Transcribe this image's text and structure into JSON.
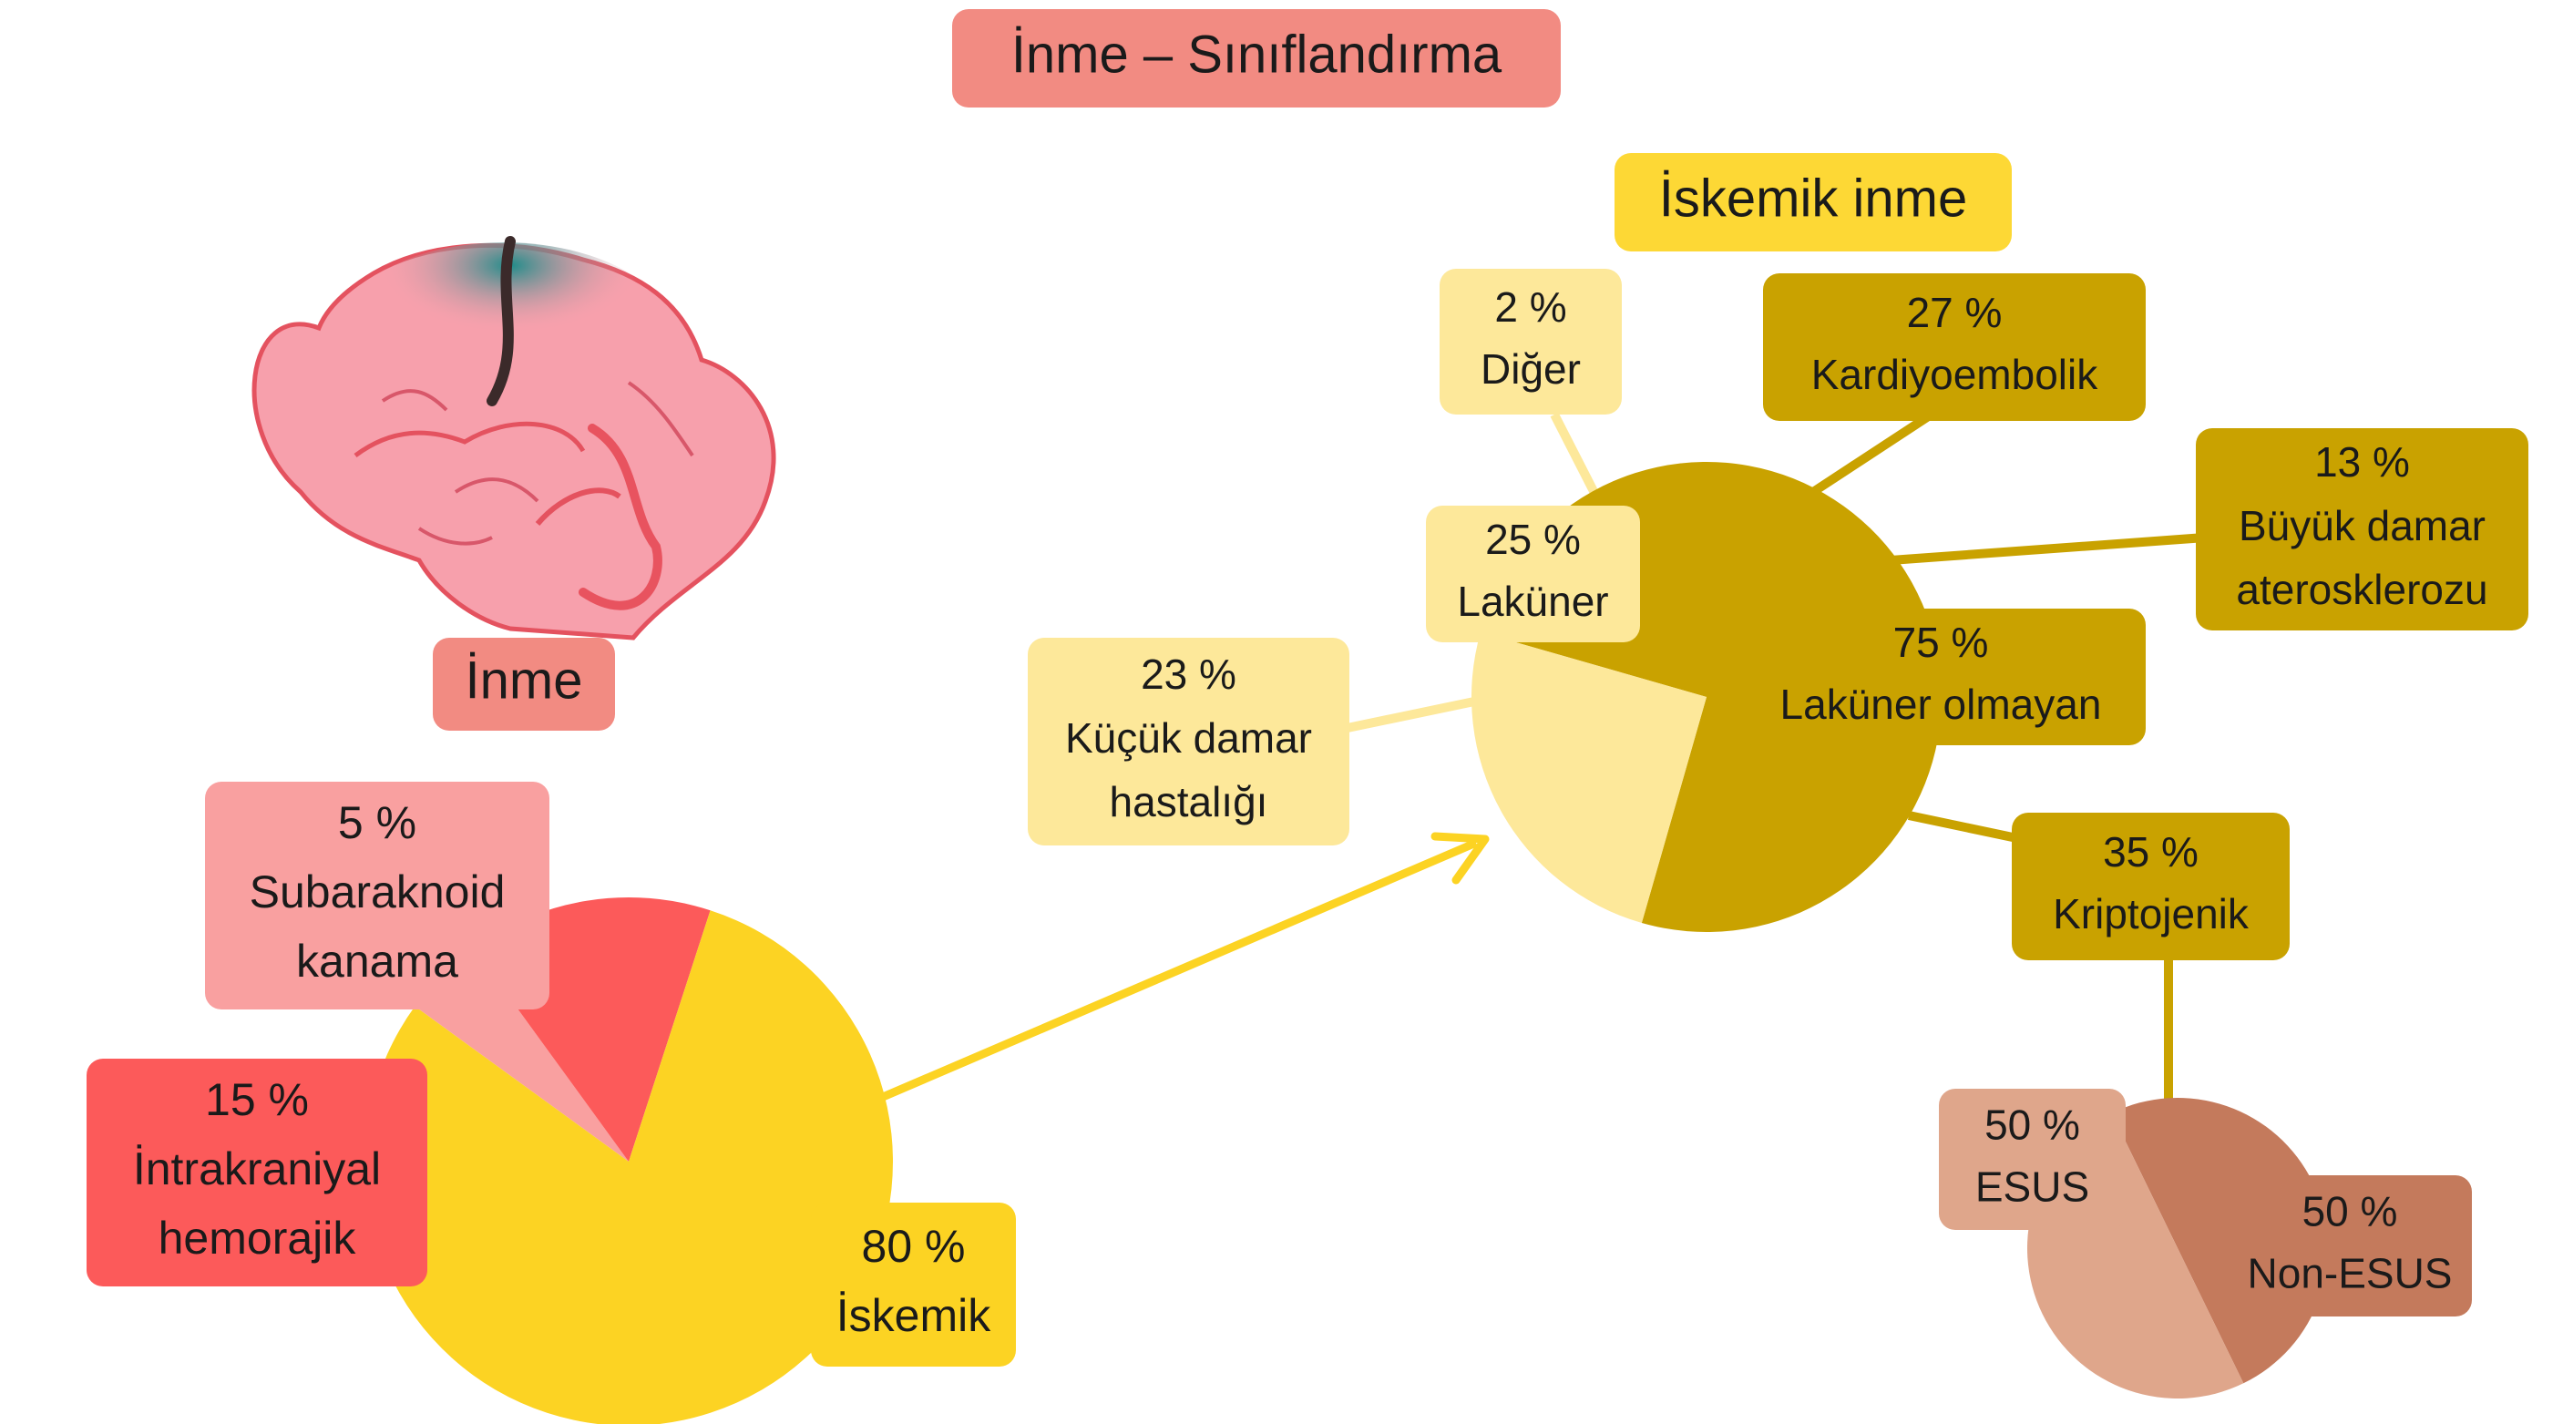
{
  "title": "İnme – Sınıflandırma",
  "brain_label": "İnme",
  "ischemic_title": "İskemik inme",
  "colors": {
    "title_bg": "#f28b82",
    "brain_label_bg": "#f28b82",
    "ischemic_title_bg": "#fdd835",
    "ischemic": "#fcd323",
    "subarachnoid": "#f9a0a0",
    "intracranial": "#fc5a5a",
    "lacunar": "#fde89a",
    "nonlacunar": "#c9a200",
    "esus": "#dfa68b",
    "nonesus": "#c47a5c"
  },
  "chart_data": [
    {
      "type": "pie",
      "name": "inme",
      "slices": [
        {
          "label": "İskemik",
          "value": 80,
          "text": "80 %"
        },
        {
          "label": "Subaraknoid kanama",
          "value": 5,
          "text": "5 %"
        },
        {
          "label": "İntrakraniyal hemorajik",
          "value": 15,
          "text": "15 %"
        }
      ]
    },
    {
      "type": "pie",
      "name": "iskemik-inme",
      "slices": [
        {
          "label": "Laküner",
          "value": 25,
          "text": "25 %"
        },
        {
          "label": "Laküner olmayan",
          "value": 75,
          "text": "75 %"
        }
      ],
      "breakdown_lacunar": [
        {
          "label": "Küçük damar hastalığı",
          "value": 23,
          "text": "23 %"
        },
        {
          "label": "Diğer",
          "value": 2,
          "text": "2 %"
        }
      ],
      "breakdown_nonlacunar": [
        {
          "label": "Kardiyoembolik",
          "value": 27,
          "text": "27 %"
        },
        {
          "label": "Büyük damar aterosklerozu",
          "value": 13,
          "text": "13 %"
        },
        {
          "label": "Kriptojenik",
          "value": 35,
          "text": "35 %"
        }
      ]
    },
    {
      "type": "pie",
      "name": "kriptojenik",
      "slices": [
        {
          "label": "ESUS",
          "value": 50,
          "text": "50 %"
        },
        {
          "label": "Non-ESUS",
          "value": 50,
          "text": "50 %"
        }
      ]
    }
  ],
  "labels": {
    "iskemik": [
      "80 %",
      "İskemik"
    ],
    "subaraknoid": [
      "5 %",
      "Subaraknoid",
      "kanama"
    ],
    "intrakraniyal": [
      "15 %",
      "İntrakraniyal",
      "hemorajik"
    ],
    "lakuner": [
      "25 %",
      "Laküner"
    ],
    "lakuner_olmayan": [
      "75 %",
      "Laküner olmayan"
    ],
    "kucuk_damar": [
      "23 %",
      "Küçük damar",
      "hastalığı"
    ],
    "diger": [
      "2 %",
      "Diğer"
    ],
    "kardiyoembolik": [
      "27 %",
      "Kardiyoembolik"
    ],
    "buyuk_damar": [
      "13 %",
      "Büyük damar",
      "aterosklerozu"
    ],
    "kriptojenik": [
      "35 %",
      "Kriptojenik"
    ],
    "esus": [
      "50 %",
      "ESUS"
    ],
    "non_esus": [
      "50 %",
      "Non-ESUS"
    ]
  }
}
